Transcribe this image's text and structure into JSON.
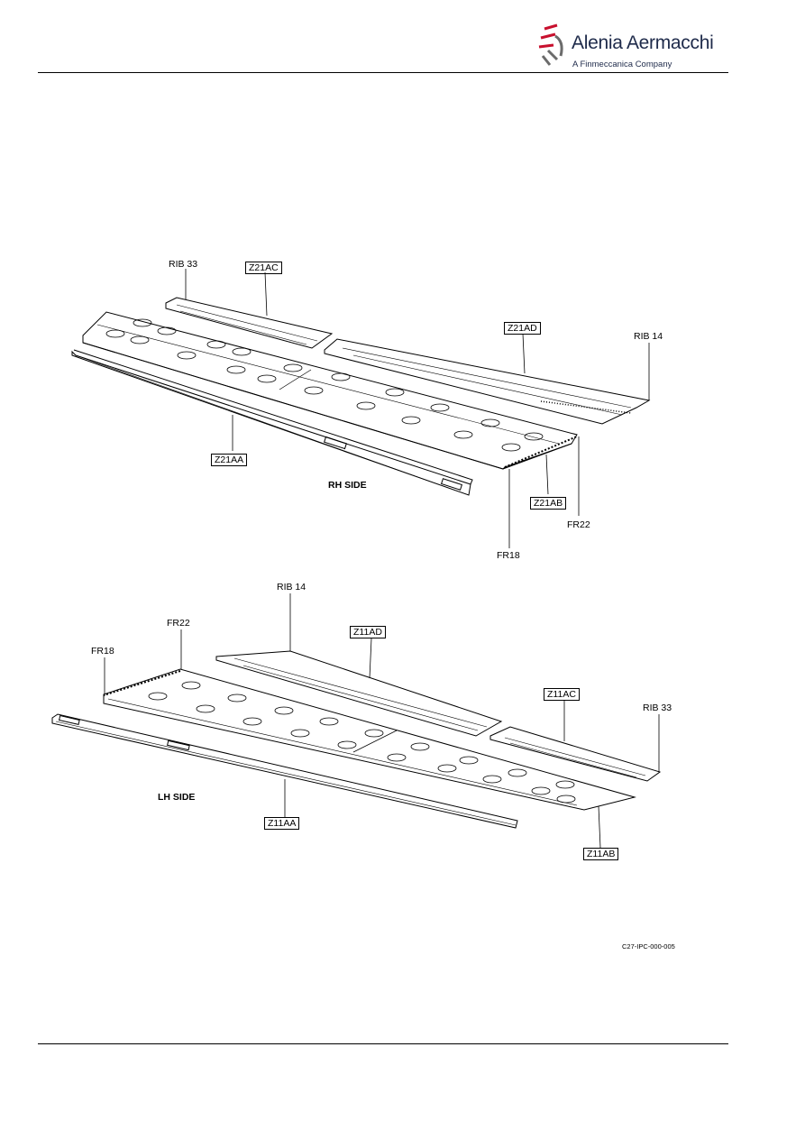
{
  "header": {
    "company": "Alenia Aermacchi",
    "tagline": "A Finmeccanica Company"
  },
  "figure": {
    "rh": {
      "side_label": "RH SIDE",
      "labels": {
        "rib33": "RIB 33",
        "z21ac": "Z21AC",
        "z21ad": "Z21AD",
        "rib14": "RIB 14",
        "z21aa": "Z21AA",
        "z21ab": "Z21AB",
        "fr22": "FR22",
        "fr18": "FR18"
      }
    },
    "lh": {
      "side_label": "LH SIDE",
      "labels": {
        "rib14": "RIB 14",
        "fr22": "FR22",
        "fr18": "FR18",
        "z11ad": "Z11AD",
        "z11ac": "Z11AC",
        "rib33": "RIB 33",
        "z11aa": "Z11AA",
        "z11ab": "Z11AB"
      }
    },
    "reference": "C27-IPC-000-005"
  }
}
